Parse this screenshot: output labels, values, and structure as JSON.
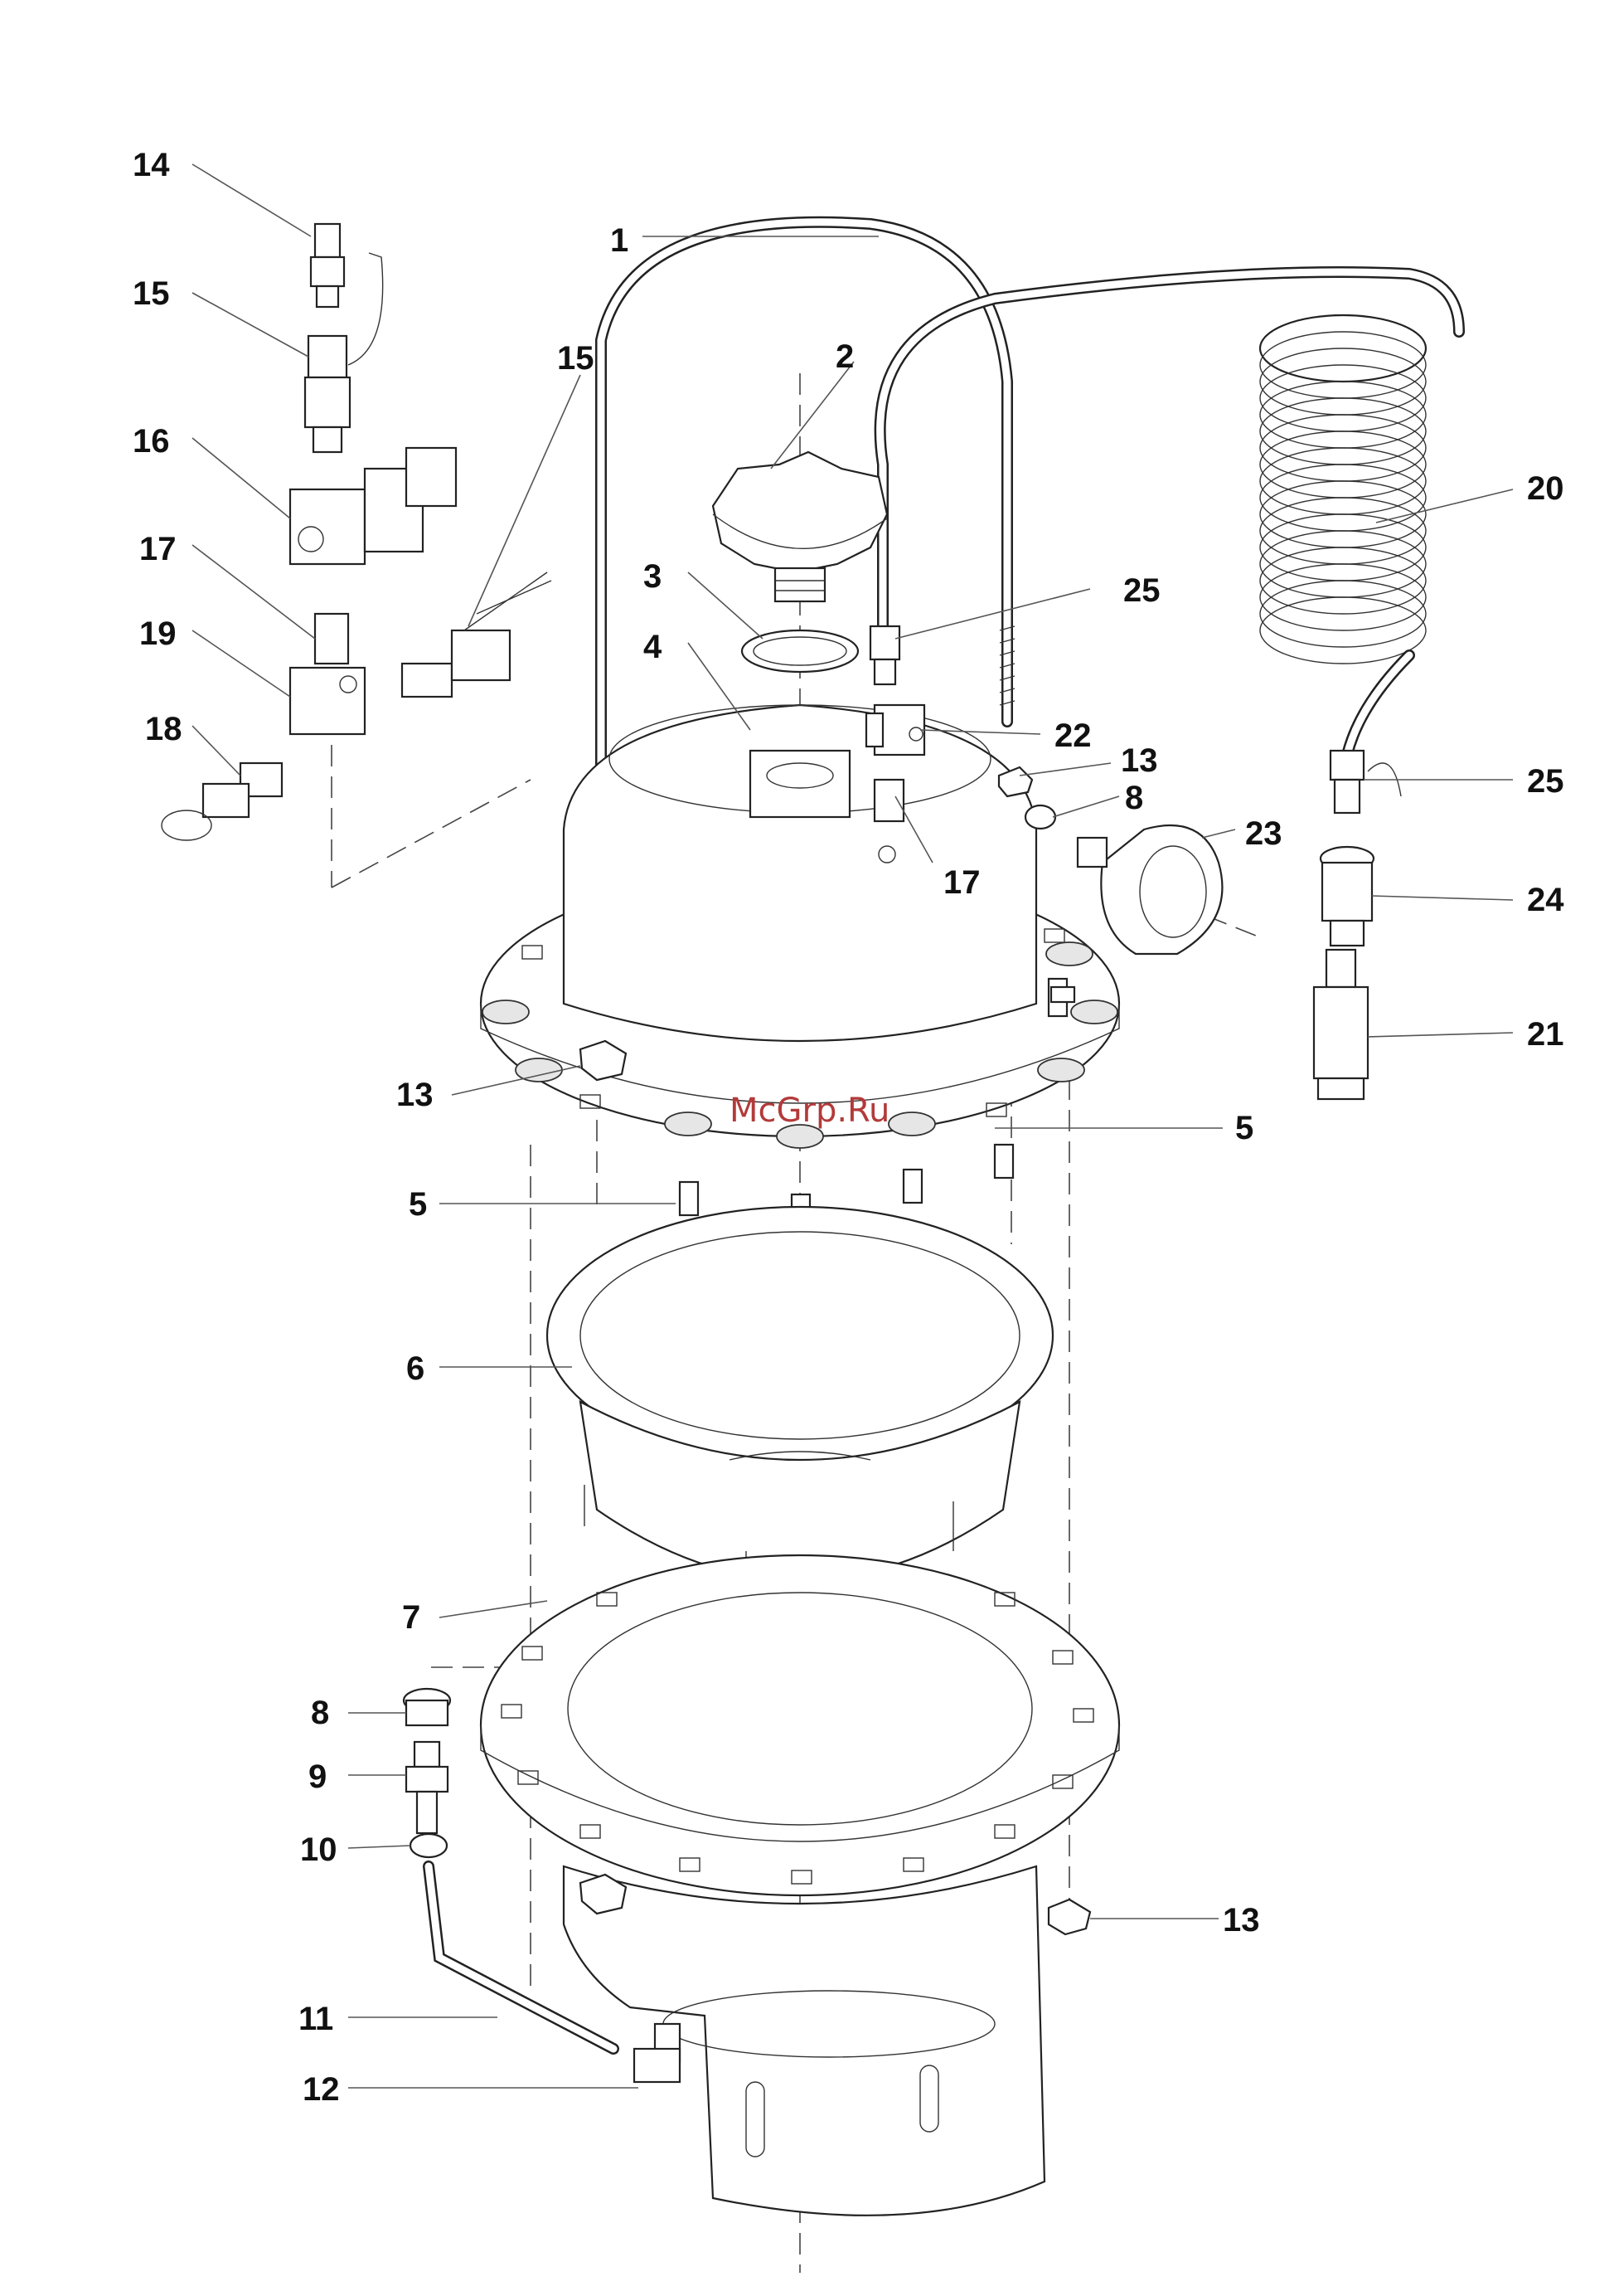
{
  "watermark": "McGrp.Ru",
  "labels": {
    "l1": "1",
    "l2": "2",
    "l3": "3",
    "l4": "4",
    "l5a": "5",
    "l5b": "5",
    "l6": "6",
    "l7": "7",
    "l8a": "8",
    "l8b": "8",
    "l9": "9",
    "l10": "10",
    "l11": "11",
    "l12": "12",
    "l13a": "13",
    "l13b": "13",
    "l13c": "13",
    "l14": "14",
    "l15a": "15",
    "l15b": "15",
    "l16": "16",
    "l17a": "17",
    "l17b": "17",
    "l18": "18",
    "l19": "19",
    "l20": "20",
    "l21": "21",
    "l22": "22",
    "l23": "23",
    "l24": "24",
    "l25a": "25",
    "l25b": "25"
  }
}
